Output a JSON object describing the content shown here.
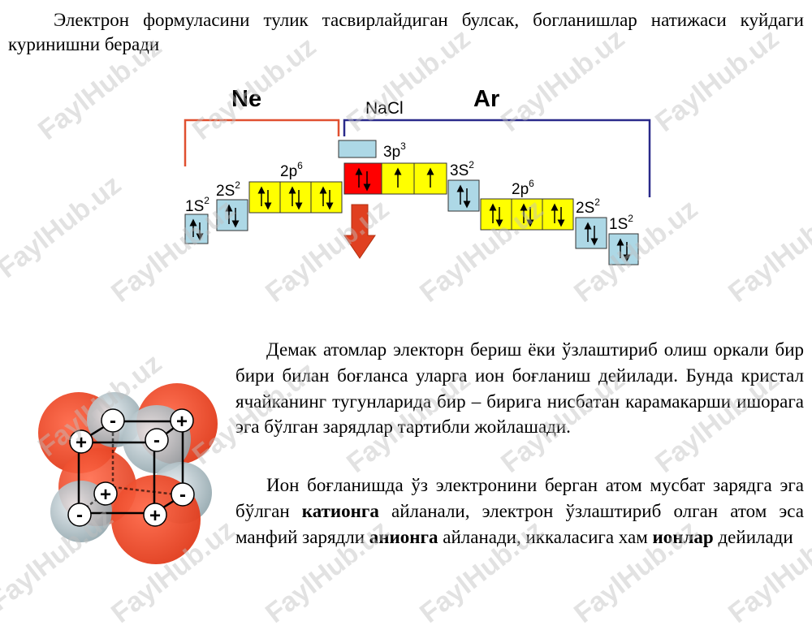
{
  "intro_text": "Электрон формуласини тулик тасвирлайдиган булсак, богланишлар натижаси куйдаги куринишни беради",
  "diagram": {
    "ne_label": "Ne",
    "ar_label": "Ar",
    "nacl_label": "NaCl",
    "left_levels": [
      "1S",
      "2S",
      "2p"
    ],
    "left_supers": [
      "2",
      "2",
      "6"
    ],
    "right_levels": [
      "3p",
      "3S",
      "2p",
      "2S",
      "1S"
    ],
    "right_supers": [
      "3",
      "2",
      "6",
      "2",
      "2"
    ],
    "colors": {
      "cyan": "#add8e6",
      "yellow": "#ffff00",
      "red": "#ff0000",
      "ne_bracket": "#e05030",
      "ar_bracket": "#2a2a8a",
      "arrow": "#e04020"
    }
  },
  "paragraph1": "Демак атомлар электорн бериш ёки ўзлаштириб олиш оркали бир бири билан боғланса уларга ион боғланиш дейилади. Бунда кристал ячайканинг тугунларида бир – бирига нисбатан карамакарши ишорага эга бўлган зарядлар тартибли жойлашади.",
  "paragraph2": {
    "part1": "Ион боғланишда ўз электронини берган атом мусбат зарядга эга бўлган ",
    "bold1": "катионга",
    "part2": " айланали, электрон ўзлаштириб олган атом эса манфий зарядли ",
    "bold2": "анионга",
    "part3": " айланади, иккаласига хам ",
    "bold3": "ионлар",
    "part4": " дейилади"
  },
  "crystal": {
    "plus": "+",
    "minus": "-"
  },
  "watermark": "FaylHub.uz"
}
